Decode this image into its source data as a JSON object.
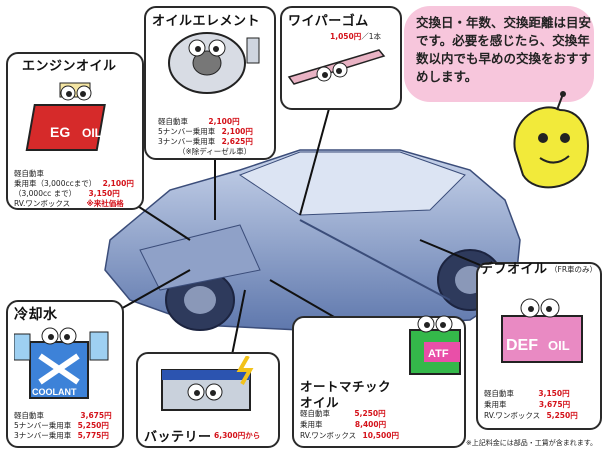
{
  "notice": "交換日・年数、交換距離は目安です。必要を感じたら、交換年数以内でも早めの交換をおすすめします。",
  "footnote": "※上記料金には部品・工賃が含まれます。",
  "engine_oil": {
    "title": "エンジンオイル",
    "can_left": "EG",
    "can_right": "OIL",
    "rows": [
      {
        "label": "軽自動車",
        "price": ""
      },
      {
        "label": "乗用車（3,000ccまで）",
        "price": "2,100円"
      },
      {
        "label": "（3,000cc まで）",
        "price": "3,150円"
      },
      {
        "label": "RV.ワンボックス",
        "price": "※来社価格"
      }
    ]
  },
  "oil_element": {
    "title": "オイルエレメント",
    "rows": [
      {
        "label": "軽自動車",
        "price": "2,100円"
      },
      {
        "label": "5ナンバー乗用車",
        "price": "2,100円"
      },
      {
        "label": "3ナンバー乗用車",
        "price": "2,625円"
      }
    ],
    "note": "（※除ディーゼル車）"
  },
  "wiper": {
    "title": "ワイパーゴム",
    "price": "1,050円",
    "unit": "／1本"
  },
  "coolant": {
    "title": "冷却水",
    "can_label": "COOLANT",
    "rows": [
      {
        "label": "軽自動車",
        "price": "3,675円"
      },
      {
        "label": "5ナンバー乗用車",
        "price": "5,250円"
      },
      {
        "label": "3ナンバー乗用車",
        "price": "5,775円"
      }
    ]
  },
  "battery": {
    "title": "バッテリー",
    "price": "6,300円から"
  },
  "atf": {
    "title_line1": "オートマチック",
    "title_line2": "オイル",
    "can_label": "ATF",
    "rows": [
      {
        "label": "軽自動車",
        "price": "5,250円"
      },
      {
        "label": "乗用車",
        "price": "8,400円"
      },
      {
        "label": "RV.ワンボックス",
        "price": "10,500円"
      }
    ]
  },
  "diff_oil": {
    "title": "デフオイル",
    "subtitle": "（FR車のみ）",
    "can_left": "DEF",
    "can_right": "OIL",
    "rows": [
      {
        "label": "軽自動車",
        "price": "3,150円"
      },
      {
        "label": "乗用車",
        "price": "3,675円"
      },
      {
        "label": "RV.ワンボックス",
        "price": "5,250円"
      }
    ]
  },
  "colors": {
    "price_red": "#d4121a",
    "car_blue": "#6f86b8",
    "bubble_pink": "#f7c6dc",
    "mascot_yellow": "#f2ea3a"
  }
}
